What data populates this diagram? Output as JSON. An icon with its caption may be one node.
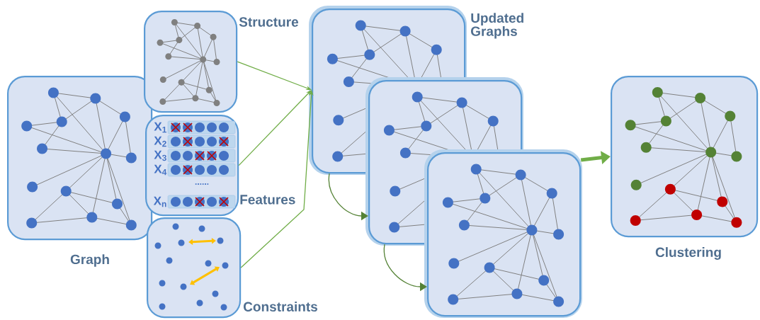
{
  "diagram": {
    "nodes": [
      {
        "text": [
          "Graph"
        ]
      },
      {
        "text": [
          "Structure"
        ]
      },
      {
        "text": [
          "Features",
          "X$_{1}$",
          "X$_{2}$",
          "X$_{3}$",
          "X$_{4}$",
          "......",
          "X$_{n}$"
        ]
      },
      {
        "text": [
          "Constraints"
        ]
      },
      {
        "text": [
          "Updated Graphs"
        ]
      },
      {
        "text": [],
        "shape": "box"
      },
      {
        "text": [],
        "shape": "box"
      },
      {
        "text": [
          "Clustering"
        ]
      }
    ],
    "edges": [
      {
        "from": 1,
        "to": 4,
        "arrow": "to"
      },
      {
        "from": 2,
        "to": 4,
        "arrow": "to"
      },
      {
        "from": 3,
        "to": 4,
        "arrow": "to"
      },
      {
        "from": 4,
        "to": 5,
        "arrow": "to"
      },
      {
        "from": 5,
        "to": 6,
        "arrow": "to"
      },
      {
        "from": 6,
        "to": 7,
        "arrow": "to",
        "style": "thick"
      }
    ]
  }
}
